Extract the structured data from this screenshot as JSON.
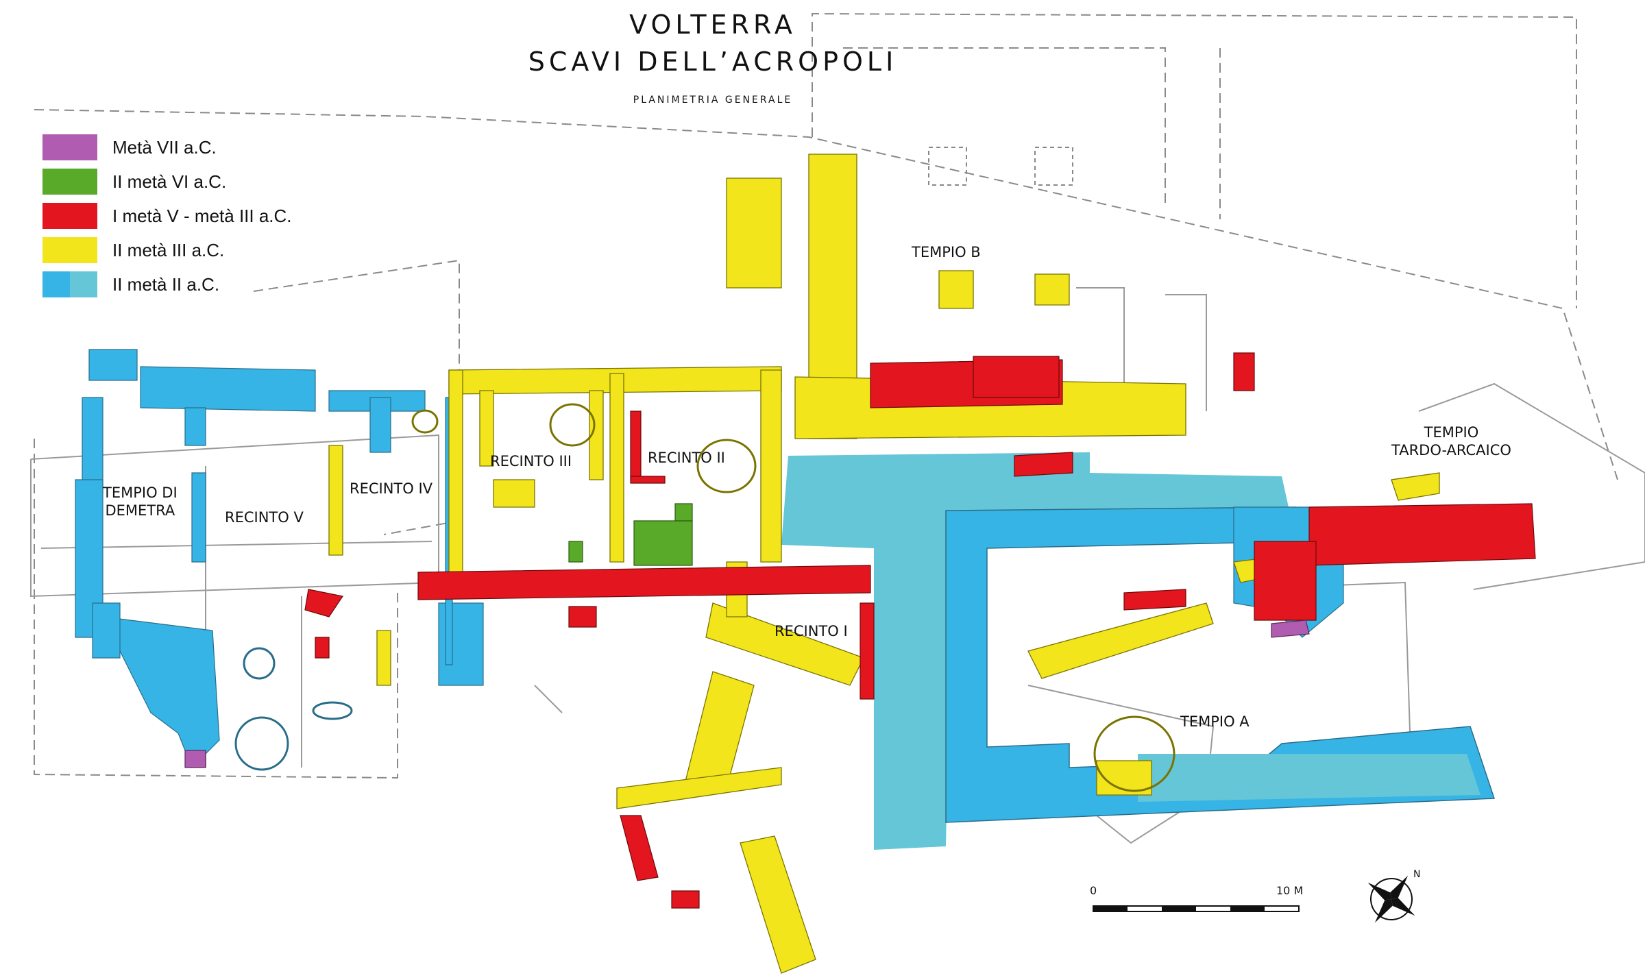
{
  "title": {
    "line1": "VOLTERRA",
    "line2": "SCAVI DELL’ACROPOLI",
    "subtitle": "PLANIMETRIA GENERALE"
  },
  "legend": [
    {
      "label": "Metà VII a.C.",
      "colors": [
        "#b05cb0"
      ]
    },
    {
      "label": "II metà VI a.C.",
      "colors": [
        "#5aaa2a"
      ]
    },
    {
      "label": "I metà V - metà III a.C.",
      "colors": [
        "#e3151f"
      ]
    },
    {
      "label": "II metà III a.C.",
      "colors": [
        "#f2e51c"
      ]
    },
    {
      "label": "II metà II a.C.",
      "colors": [
        "#36b4e6",
        "#64c6d6"
      ]
    }
  ],
  "labels": {
    "tempio_b": "TEMPIO B",
    "tempio_tardo_1": "TEMPIO",
    "tempio_tardo_2": "TARDO-ARCAICO",
    "recinto_iii": "RECINTO III",
    "recinto_ii": "RECINTO II",
    "recinto_iv": "RECINTO IV",
    "tempio_demetra_1": "TEMPIO DI",
    "tempio_demetra_2": "DEMETRA",
    "recinto_v": "RECINTO V",
    "recinto_i": "RECINTO I",
    "tempio_a": "TEMPIO A"
  },
  "scale": {
    "start": "0",
    "end": "10 M"
  },
  "compass": {
    "north": "N",
    "icon": "compass-rose-icon"
  },
  "colors": {
    "magenta": "#b05cb0",
    "green": "#5aaa2a",
    "red": "#e3151f",
    "yellow": "#f2e51c",
    "blue": "#36b4e6",
    "teal": "#64c6d6",
    "outline": "#9a9a9a"
  }
}
